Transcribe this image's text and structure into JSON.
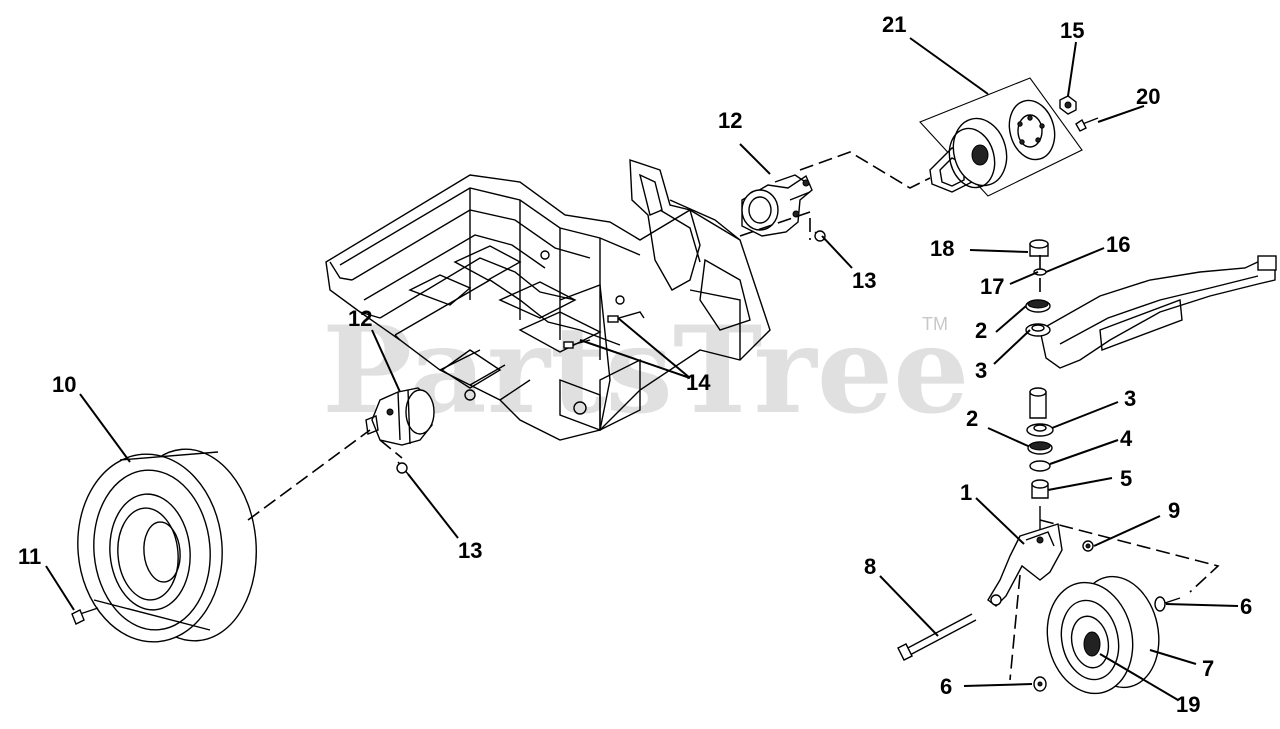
{
  "watermark": {
    "text": "PartsTree",
    "trademark": "TM"
  },
  "callouts": [
    {
      "id": "c21",
      "label": "21"
    },
    {
      "id": "c15",
      "label": "15"
    },
    {
      "id": "c20",
      "label": "20"
    },
    {
      "id": "c12a",
      "label": "12"
    },
    {
      "id": "c13a",
      "label": "13"
    },
    {
      "id": "c18",
      "label": "18"
    },
    {
      "id": "c16",
      "label": "16"
    },
    {
      "id": "c17",
      "label": "17"
    },
    {
      "id": "c2a",
      "label": "2"
    },
    {
      "id": "c3a",
      "label": "3"
    },
    {
      "id": "c12b",
      "label": "12"
    },
    {
      "id": "c14",
      "label": "14"
    },
    {
      "id": "c10",
      "label": "10"
    },
    {
      "id": "c3b",
      "label": "3"
    },
    {
      "id": "c2b",
      "label": "2"
    },
    {
      "id": "c4",
      "label": "4"
    },
    {
      "id": "c5",
      "label": "5"
    },
    {
      "id": "c1",
      "label": "1"
    },
    {
      "id": "c9",
      "label": "9"
    },
    {
      "id": "c11",
      "label": "11"
    },
    {
      "id": "c13b",
      "label": "13"
    },
    {
      "id": "c8",
      "label": "8"
    },
    {
      "id": "c6a",
      "label": "6"
    },
    {
      "id": "c7",
      "label": "7"
    },
    {
      "id": "c6b",
      "label": "6"
    },
    {
      "id": "c19",
      "label": "19"
    }
  ]
}
